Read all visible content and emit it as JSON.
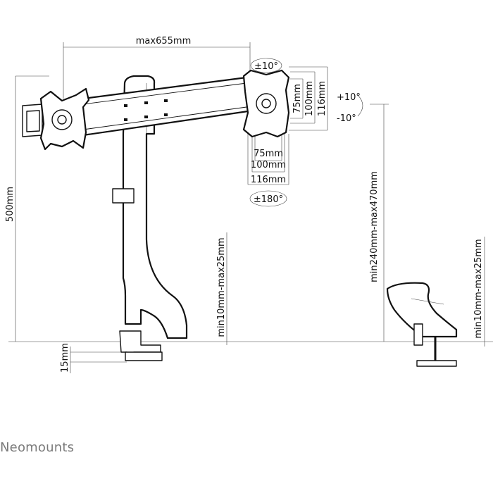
{
  "brand": "Neomounts",
  "dimensions": {
    "width_max": "max655mm",
    "height": "500mm",
    "desk_thickness_left": "min10mm-max25mm",
    "grommet_plate": "15mm",
    "pole_height_range": "min240mm-max470mm",
    "desk_thickness_right": "min10mm-max25mm",
    "vesa_h_75": "75mm",
    "vesa_h_100": "100mm",
    "vesa_h_116": "116mm",
    "vesa_v_75": "75mm",
    "vesa_v_100": "100mm",
    "vesa_v_116": "116mm"
  },
  "rotation": {
    "swivel": "±10°",
    "rotate": "±180°",
    "tilt_up": "+10°",
    "tilt_down": "-10°"
  }
}
